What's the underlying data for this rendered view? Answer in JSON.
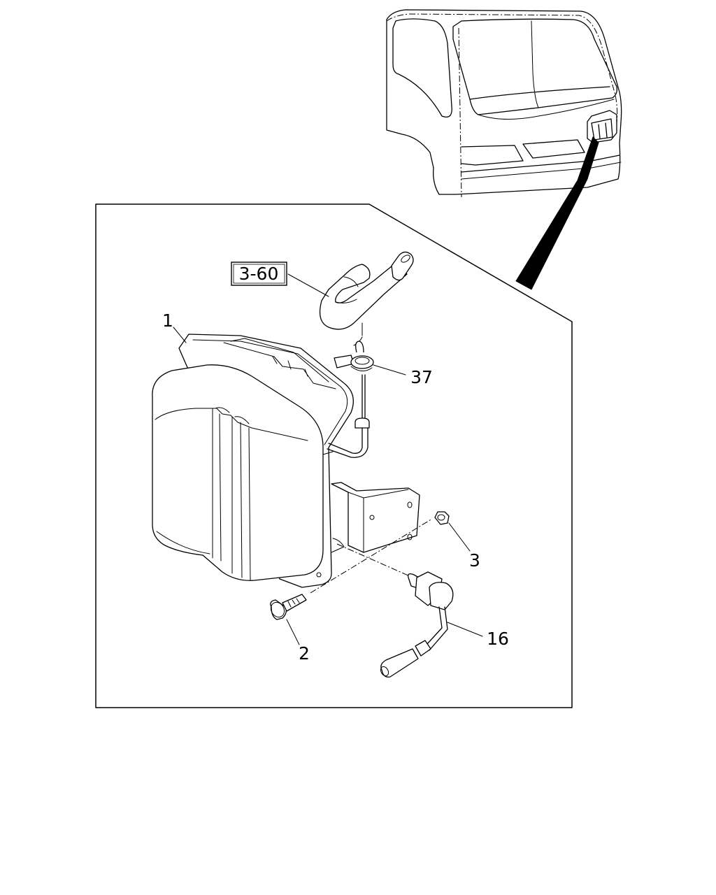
{
  "callouts": {
    "reference": "3-60",
    "part_1": "1",
    "part_2": "2",
    "part_3": "3",
    "part_16": "16",
    "part_37": "37"
  }
}
